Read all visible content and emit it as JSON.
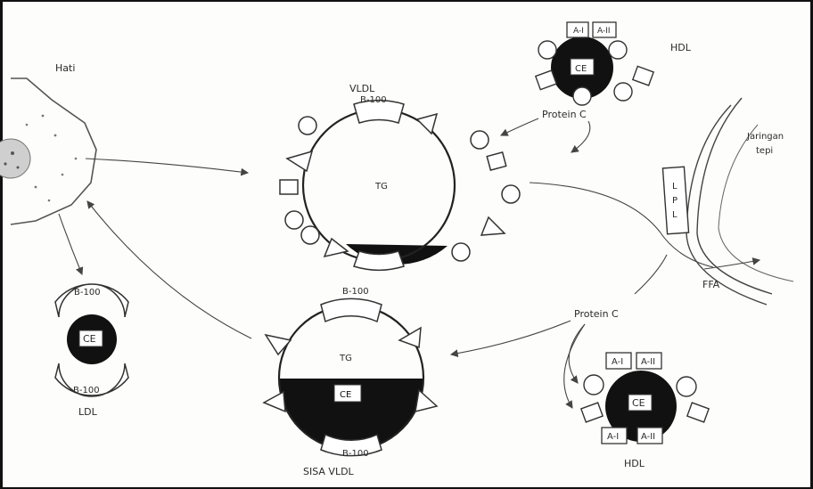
{
  "labels": {
    "hati": "Hati",
    "vldl": "VLDL",
    "b100": "B-100",
    "tg": "TG",
    "ce": "CE",
    "protein_c": "Protein C",
    "hdl": "HDL",
    "a1": "A-I",
    "a2": "A-II",
    "jaringan": "Jaringan",
    "tepi": "tepi",
    "lpl_l1": "L",
    "lpl_p": "P",
    "lpl_l2": "L",
    "ffa": "FFA",
    "ldl": "LDL",
    "sisa_vldl": "SISA VLDL"
  }
}
